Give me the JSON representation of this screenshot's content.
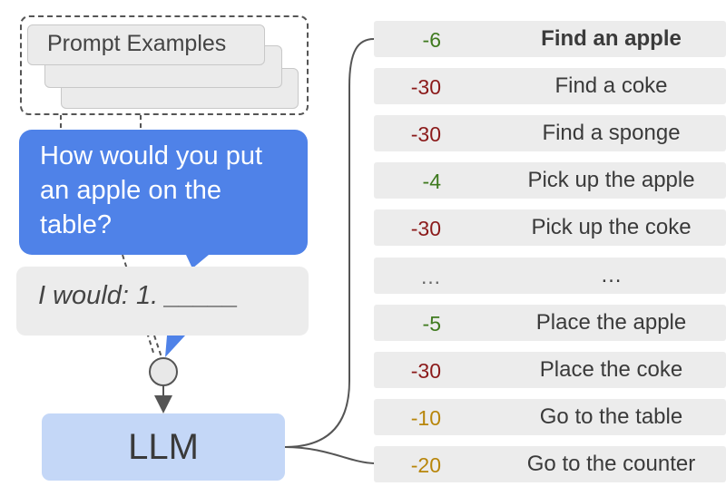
{
  "prompt_examples_label": "Prompt Examples",
  "question_lines": [
    "How would you put",
    "an apple on the",
    "table?"
  ],
  "answer_text": "I would: 1. _____",
  "llm_label": "LLM",
  "colors": {
    "question_bg": "#4f82e8",
    "llm_bg": "#c4d7f7",
    "row_bg": "#ececec",
    "score_green": "#3f7a1f",
    "score_red": "#8b1a1a",
    "score_orange": "#b8860b"
  },
  "skills": [
    {
      "score": "-6",
      "label": "Find an apple",
      "tone": "green",
      "bold": true
    },
    {
      "score": "-30",
      "label": "Find a coke",
      "tone": "red",
      "bold": false
    },
    {
      "score": "-30",
      "label": "Find a sponge",
      "tone": "red",
      "bold": false
    },
    {
      "score": "-4",
      "label": "Pick up the apple",
      "tone": "green",
      "bold": false
    },
    {
      "score": "-30",
      "label": "Pick up the coke",
      "tone": "red",
      "bold": false
    },
    {
      "score": "…",
      "label": "…",
      "tone": "gray",
      "bold": false
    },
    {
      "score": "-5",
      "label": "Place the apple",
      "tone": "green",
      "bold": false
    },
    {
      "score": "-30",
      "label": "Place the coke",
      "tone": "red",
      "bold": false
    },
    {
      "score": "-10",
      "label": "Go to the table",
      "tone": "orange",
      "bold": false
    },
    {
      "score": "-20",
      "label": "Go to the counter",
      "tone": "orange",
      "bold": false
    }
  ]
}
